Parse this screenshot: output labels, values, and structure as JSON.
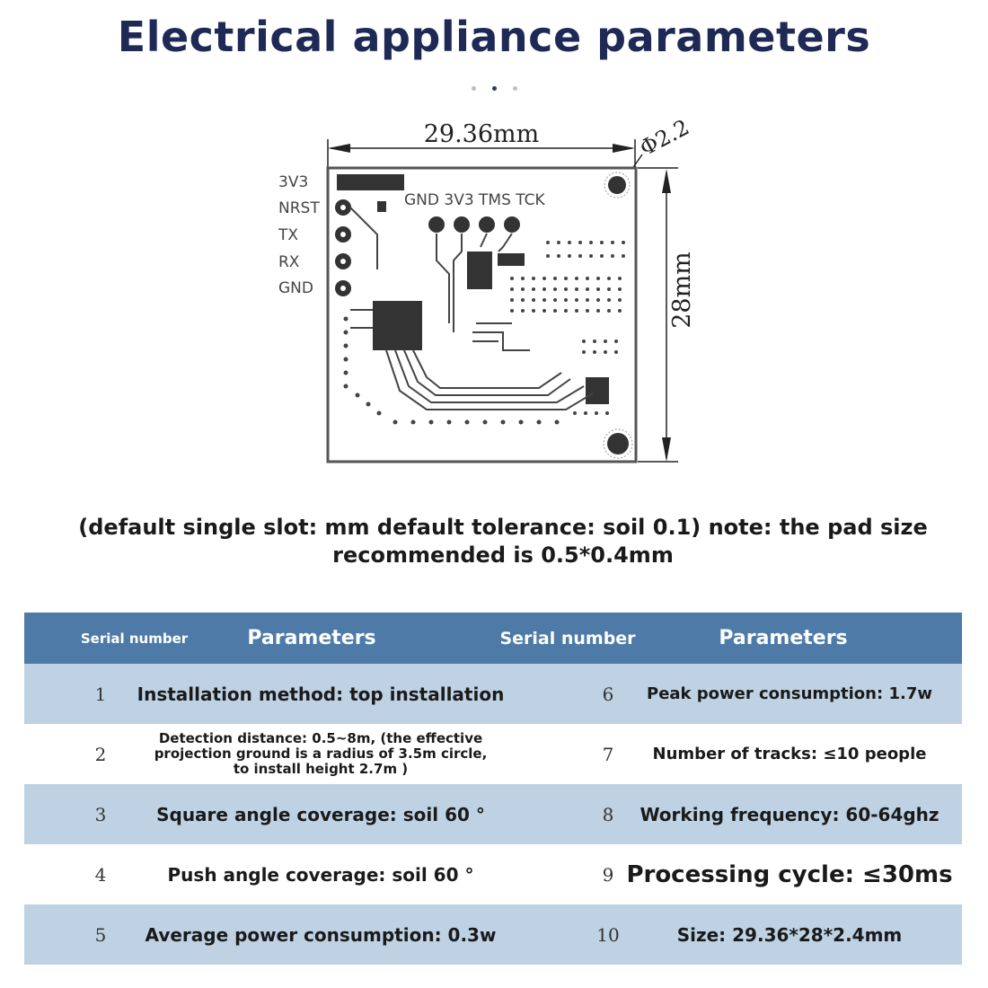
{
  "header": {
    "title": "Electrical appliance parameters"
  },
  "drawing": {
    "width_label": "29.36mm",
    "height_label": "28mm",
    "hole_label": "Φ2.2",
    "jtag_label": "GND 3V3 TMS TCK",
    "pins": [
      "3V3",
      "NRST",
      "TX",
      "RX",
      "GND"
    ]
  },
  "note": {
    "line1": "(default single slot: mm default tolerance: soil 0.1) note: the pad size",
    "line2": "recommended is 0.5*0.4mm"
  },
  "table": {
    "headers": [
      "Serial number",
      "Parameters",
      "Serial number",
      "Parameters"
    ],
    "rows": [
      {
        "n1": "1",
        "p1": "Installation method: top installation",
        "n2": "6",
        "p2": "Peak power consumption: 1.7w"
      },
      {
        "n1": "2",
        "p1": "Detection distance: 0.5~8m, (the effective projection ground is a radius of 3.5m circle, to install height 2.7m )",
        "n2": "7",
        "p2": "Number of tracks: ≤10 people"
      },
      {
        "n1": "3",
        "p1": "Square angle coverage: soil 60 °",
        "n2": "8",
        "p2": "Working frequency: 60-64ghz"
      },
      {
        "n1": "4",
        "p1": "Push angle coverage: soil 60 °",
        "n2": "9",
        "p2": "Processing cycle: ≤30ms"
      },
      {
        "n1": "5",
        "p1": "Average power consumption: 0.3w",
        "n2": "10",
        "p2": "Size: 29.36*28*2.4mm"
      }
    ]
  }
}
